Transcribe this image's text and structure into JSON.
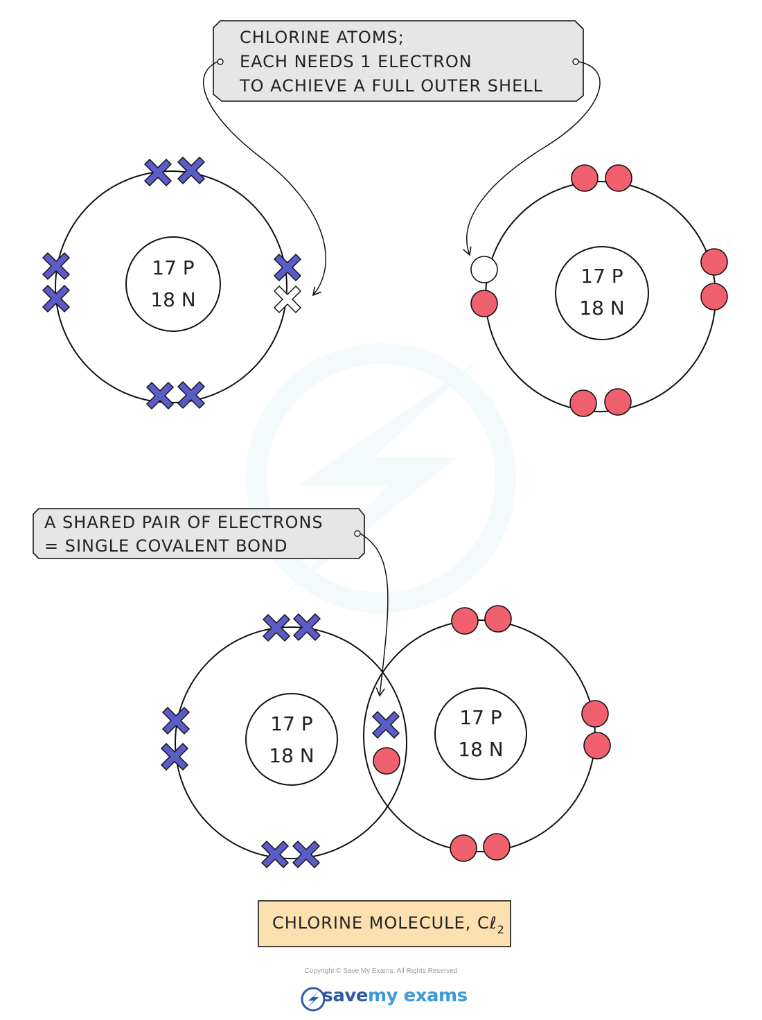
{
  "callouts": {
    "atoms": {
      "line1": "CHLORINE ATOMS;",
      "line2": "EACH NEEDS 1 ELECTRON",
      "line3": "TO ACHIEVE A FULL OUTER SHELL"
    },
    "bond": {
      "line1": "A SHARED PAIR OF ELECTRONS",
      "line2": "= SINGLE COVALENT BOND"
    },
    "molecule": {
      "text": "CHLORINE MOLECULE, Cℓ",
      "subscript": "2"
    }
  },
  "nucleus": {
    "protons": "17 P",
    "neutrons": "18 N"
  },
  "colors": {
    "cross": "#5c5cc9",
    "dot": "#f0606e",
    "callout_grey": "#e6e6e6",
    "callout_yellow": "#fbe0b0",
    "outline": "#111111"
  },
  "footer": {
    "copyright": "Copyright © Save My Exams. All Rights Reserved",
    "brand_main": "save",
    "brand_accent": "my exams"
  },
  "icons": {
    "brand_logo": "lightning-bolt-logo-icon"
  }
}
